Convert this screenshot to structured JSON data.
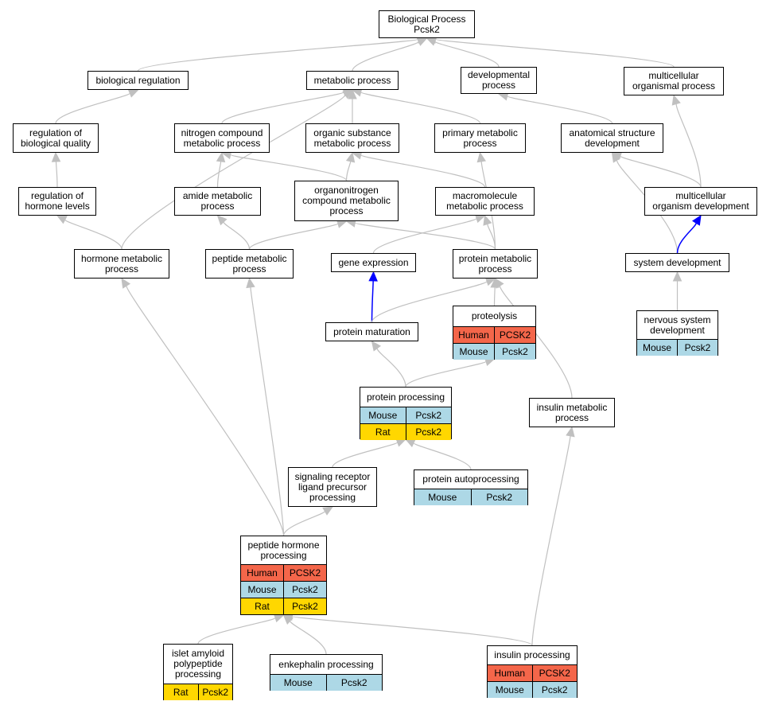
{
  "colors": {
    "human": "#f4664a",
    "mouse": "#add8e6",
    "rat": "#ffd700",
    "edge": "#c0c0c0",
    "emph_edge": "#0000ff"
  },
  "nodes": {
    "root": {
      "label": "Biological Process\nPcsk2"
    },
    "bioreg": {
      "label": "biological regulation"
    },
    "metproc": {
      "label": "metabolic process"
    },
    "devproc": {
      "label": "developmental\nprocess"
    },
    "multiorg": {
      "label": "multicellular\norganismal process"
    },
    "regbioq": {
      "label": "regulation of\nbiological quality"
    },
    "nitro": {
      "label": "nitrogen compound\nmetabolic process"
    },
    "orgsub": {
      "label": "organic substance\nmetabolic process"
    },
    "primmet": {
      "label": "primary metabolic\nprocess"
    },
    "anatdev": {
      "label": "anatomical structure\ndevelopment"
    },
    "reghorm": {
      "label": "regulation of\nhormone levels"
    },
    "amide": {
      "label": "amide metabolic\nprocess"
    },
    "organonit": {
      "label": "organonitrogen\ncompound metabolic\nprocess"
    },
    "macromol": {
      "label": "macromolecule\nmetabolic process"
    },
    "multidev": {
      "label": "multicellular\norganism development"
    },
    "hormmet": {
      "label": "hormone metabolic\nprocess"
    },
    "peptmet": {
      "label": "peptide metabolic\nprocess"
    },
    "geneexp": {
      "label": "gene expression"
    },
    "protmet": {
      "label": "protein metabolic\nprocess"
    },
    "sysdev": {
      "label": "system development"
    },
    "protmat": {
      "label": "protein maturation"
    },
    "proteolysis": {
      "label": "proteolysis",
      "rows": [
        [
          "Human",
          "PCSK2"
        ],
        [
          "Mouse",
          "Pcsk2"
        ]
      ]
    },
    "nervdev": {
      "label": "nervous system\ndevelopment",
      "rows": [
        [
          "Mouse",
          "Pcsk2"
        ]
      ]
    },
    "protproc": {
      "label": "protein processing",
      "rows": [
        [
          "Mouse",
          "Pcsk2"
        ],
        [
          "Rat",
          "Pcsk2"
        ]
      ]
    },
    "insmet": {
      "label": "insulin metabolic\nprocess"
    },
    "sigrec": {
      "label": "signaling receptor\nligand precursor\nprocessing"
    },
    "autoproc": {
      "label": "protein autoprocessing",
      "rows": [
        [
          "Mouse",
          "Pcsk2"
        ]
      ]
    },
    "pepthorm": {
      "label": "peptide hormone\nprocessing",
      "rows": [
        [
          "Human",
          "PCSK2"
        ],
        [
          "Mouse",
          "Pcsk2"
        ],
        [
          "Rat",
          "Pcsk2"
        ]
      ]
    },
    "islet": {
      "label": "islet amyloid\npolypeptide\nprocessing",
      "rows": [
        [
          "Rat",
          "Pcsk2"
        ]
      ]
    },
    "enkeph": {
      "label": "enkephalin processing",
      "rows": [
        [
          "Mouse",
          "Pcsk2"
        ]
      ]
    },
    "insproc": {
      "label": "insulin processing",
      "rows": [
        [
          "Human",
          "PCSK2"
        ],
        [
          "Mouse",
          "Pcsk2"
        ]
      ]
    }
  },
  "edges": [
    [
      "bioreg",
      "root"
    ],
    [
      "metproc",
      "root"
    ],
    [
      "devproc",
      "root"
    ],
    [
      "multiorg",
      "root"
    ],
    [
      "regbioq",
      "bioreg"
    ],
    [
      "nitro",
      "metproc"
    ],
    [
      "orgsub",
      "metproc"
    ],
    [
      "primmet",
      "metproc"
    ],
    [
      "hormmet",
      "metproc"
    ],
    [
      "anatdev",
      "devproc"
    ],
    [
      "multidev",
      "multiorg"
    ],
    [
      "reghorm",
      "regbioq"
    ],
    [
      "amide",
      "nitro"
    ],
    [
      "organonit",
      "nitro"
    ],
    [
      "organonit",
      "orgsub"
    ],
    [
      "macromol",
      "orgsub"
    ],
    [
      "protmet",
      "primmet"
    ],
    [
      "multidev",
      "anatdev"
    ],
    [
      "sysdev",
      "anatdev"
    ],
    [
      "hormmet",
      "reghorm"
    ],
    [
      "peptmet",
      "amide"
    ],
    [
      "peptmet",
      "organonit"
    ],
    [
      "protmet",
      "organonit"
    ],
    [
      "geneexp",
      "macromol"
    ],
    [
      "protmet",
      "macromol"
    ],
    [
      "sysdev",
      "multidev",
      true
    ],
    [
      "protmat",
      "geneexp",
      true
    ],
    [
      "protmat",
      "protmet"
    ],
    [
      "proteolysis",
      "protmet"
    ],
    [
      "insmet",
      "protmet"
    ],
    [
      "nervdev",
      "sysdev"
    ],
    [
      "protproc",
      "protmat"
    ],
    [
      "protproc",
      "proteolysis"
    ],
    [
      "sigrec",
      "protproc"
    ],
    [
      "autoproc",
      "protproc"
    ],
    [
      "pepthorm",
      "sigrec"
    ],
    [
      "pepthorm",
      "hormmet"
    ],
    [
      "pepthorm",
      "peptmet"
    ],
    [
      "islet",
      "pepthorm"
    ],
    [
      "enkeph",
      "pepthorm"
    ],
    [
      "insproc",
      "pepthorm"
    ],
    [
      "insproc",
      "insmet"
    ]
  ]
}
